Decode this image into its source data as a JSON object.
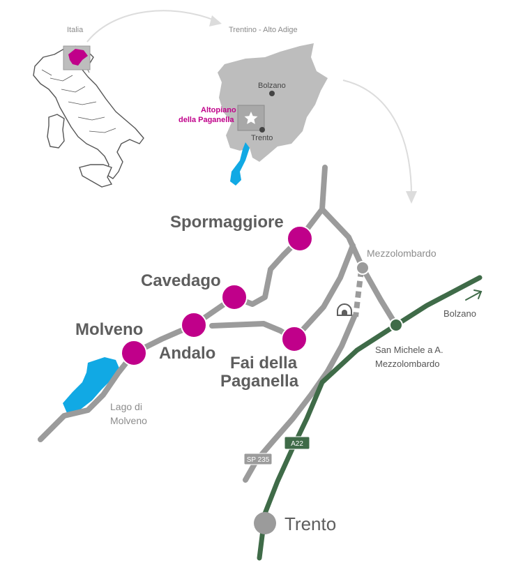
{
  "colors": {
    "road": "#9b9b9b",
    "highway": "#3f6b48",
    "town": "#c0008a",
    "lake": "#11a9e4",
    "text": "#5e5e5e",
    "inset_region": "#bdbdbd",
    "inset_highlight": "#c0008a"
  },
  "inset": {
    "italy_label": "Italia",
    "region_label": "Trentino - Alto Adige",
    "bolzano": "Bolzano",
    "trento": "Trento",
    "plateau_line1": "Altopiano",
    "plateau_line2": "della Paganella",
    "star_icon": "star-icon"
  },
  "towns": {
    "spormaggiore": "Spormaggiore",
    "cavedago": "Cavedago",
    "molveno": "Molveno",
    "andalo": "Andalo",
    "fai_line1": "Fai della",
    "fai_line2": "Paganella"
  },
  "places": {
    "mezzolombardo": "Mezzolombardo",
    "bolzano": "Bolzano",
    "san_michele_line1": "San Michele a A.",
    "san_michele_line2": "Mezzolombardo",
    "lake_line1": "Lago di",
    "lake_line2": "Molveno",
    "trento": "Trento"
  },
  "roads": {
    "a22": "A22",
    "sp235": "SP 235"
  },
  "icons": {
    "tunnel": "tunnel-icon",
    "direction_arrow": "arrow-northeast-icon"
  }
}
